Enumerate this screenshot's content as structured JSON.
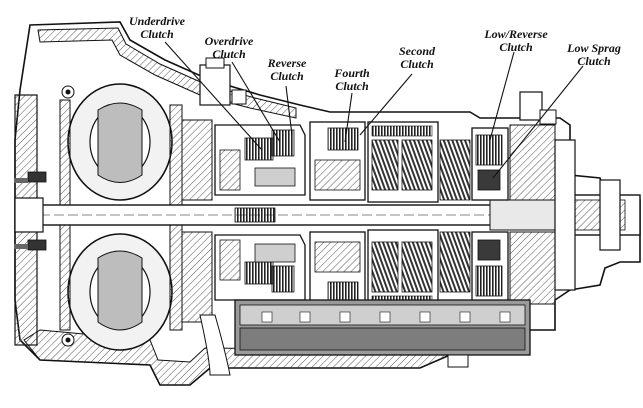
{
  "labels": {
    "underdrive": {
      "line1": "Underdrive",
      "line2": "Clutch"
    },
    "overdrive": {
      "line1": "Overdrive",
      "line2": "Clutch"
    },
    "reverse": {
      "line1": "Reverse",
      "line2": "Clutch"
    },
    "fourth": {
      "line1": "Fourth",
      "line2": "Clutch"
    },
    "second": {
      "line1": "Second",
      "line2": "Clutch"
    },
    "low_reverse": {
      "line1": "Low/Reverse",
      "line2": "Clutch"
    },
    "low_sprag": {
      "line1": "Low Sprag",
      "line2": "Clutch"
    }
  },
  "colors": {
    "ink": "#111111",
    "hatch": "#555555",
    "fill_light": "#d9d9d9",
    "fill_mid": "#9a9a9a",
    "fill_dark": "#3a3a3a",
    "paper": "#ffffff"
  }
}
